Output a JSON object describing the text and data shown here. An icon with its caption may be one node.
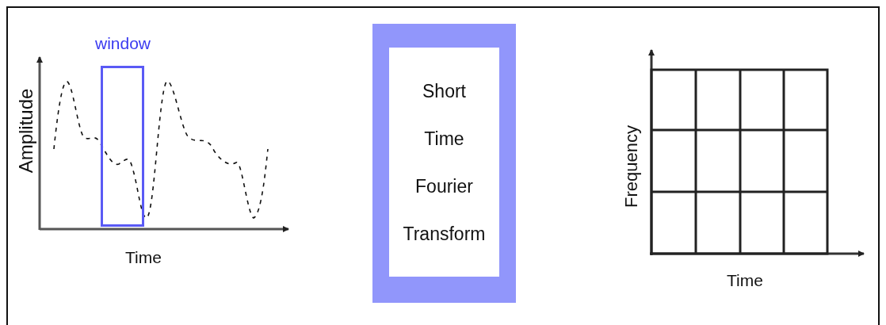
{
  "diagram": {
    "nodes": [
      {
        "text": [
          "window"
        ]
      },
      {
        "text": [
          "Short Time Fourier Transform"
        ]
      }
    ],
    "labels": [
      "Amplitude",
      "Time",
      "Frequency",
      "Time"
    ]
  }
}
